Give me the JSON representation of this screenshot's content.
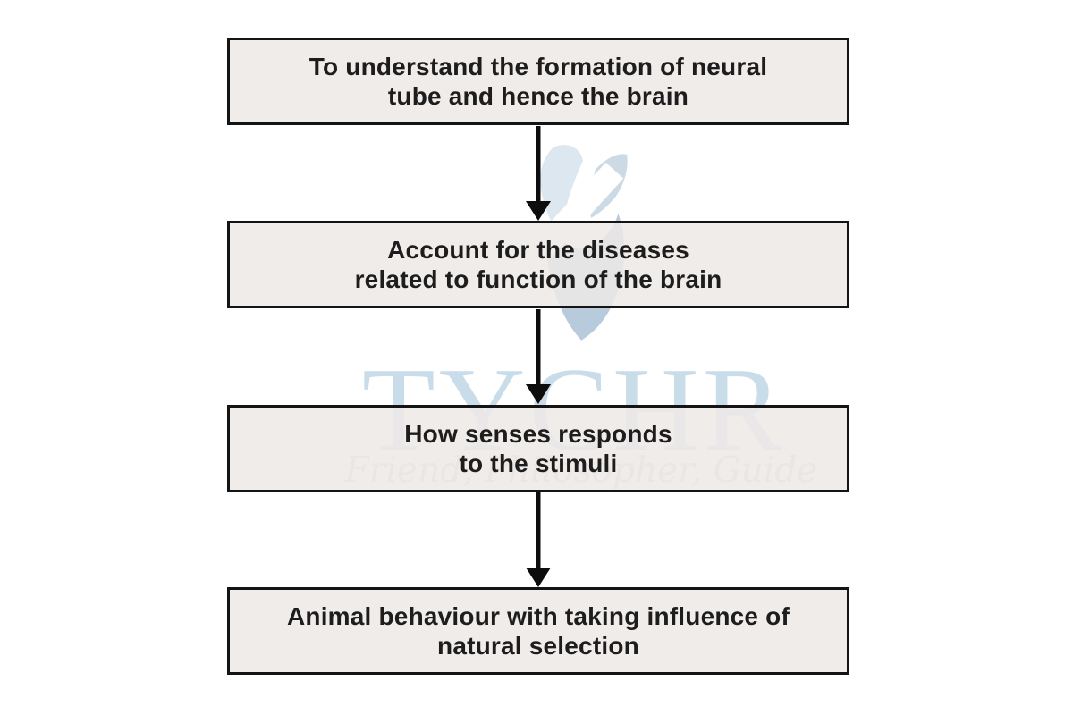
{
  "page": {
    "background_color": "#ffffff"
  },
  "flowchart": {
    "style": {
      "box_fill": "#edeae8",
      "box_border_color": "#141414",
      "text_color": "#1d1d1d",
      "arrow_color": "#0d0d0d"
    },
    "boxes": [
      {
        "text": "To understand the formation of neural\ntube and hence the brain"
      },
      {
        "text": "Account for the diseases\nrelated to function of the brain"
      },
      {
        "text": "How senses responds\nto the stimuli"
      },
      {
        "text": "Animal behaviour with taking influence of\nnatural selection"
      }
    ]
  },
  "watermark": {
    "logo_icon": "tychr-tulip-logo",
    "brand": "TYCHR",
    "tagline": "Friend, Philosopher, Guide",
    "brand_color": "#c9dcea",
    "tagline_color": "#ccd4dc",
    "logo_color_light": "#dde7f0",
    "logo_color_mid": "#ccdae6",
    "logo_color_dark": "#b7cbdc"
  }
}
